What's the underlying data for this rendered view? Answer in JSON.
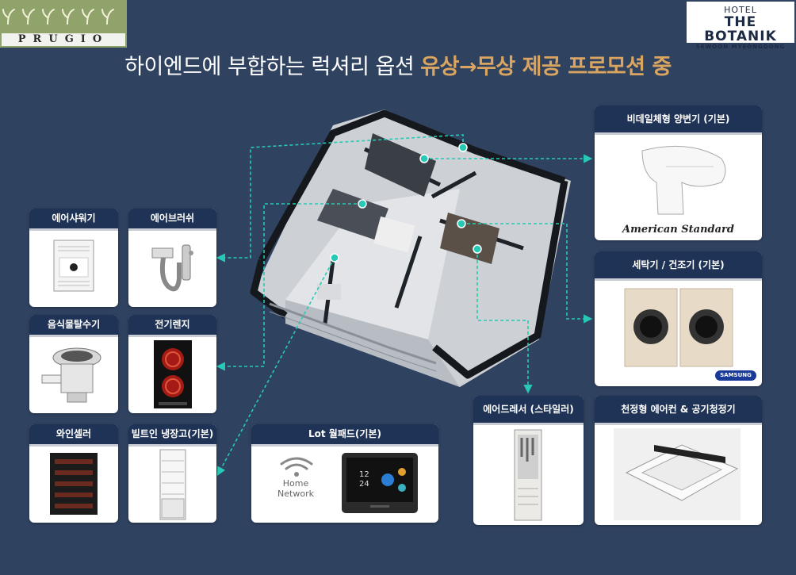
{
  "logos": {
    "left_brand": "PRUGIO",
    "right_line1": "HOTEL",
    "right_line2": "THE BOTANIK",
    "right_line3": "SEWOON MYEONGDONG"
  },
  "headline": {
    "normal": "하이엔드에 부합하는 럭셔리 옵션 ",
    "highlight": "유상→무상 제공 프로모션 중"
  },
  "cards": {
    "air_shower": "에어샤워기",
    "air_brush": "에어브러쉬",
    "food_disposer": "음식물탈수기",
    "cooktop": "전기렌지",
    "wine_cellar": "와인셀러",
    "fridge": "빌트인 냉장고(기본)",
    "wallpad": "Lot 월패드(기본)",
    "home_network": "Home\nNetwork",
    "bidet": "비데일체형 양변기 (기본)",
    "bidet_brand": "American Standard",
    "washer": "세탁기 / 건조기 (기본)",
    "washer_brand": "SAMSUNG",
    "air_dresser": "에어드레서 (스타일러)",
    "ceiling_ac": "천정형 에어컨 & 공기청정기"
  },
  "wallpad_screen": {
    "time": "12\n24"
  },
  "colors": {
    "background": "#2f4260",
    "card_header": "#1f3356",
    "accent_line": "#27c9b4",
    "highlight": "#d9a560"
  }
}
